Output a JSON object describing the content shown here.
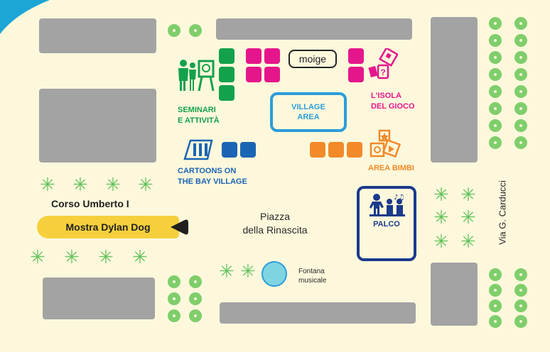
{
  "streets": {
    "corso_umberto": "Corso Umberto I",
    "via_carducci": "Via G. Carducci"
  },
  "piazza": {
    "line1": "Piazza",
    "line2": "della Rinascita"
  },
  "areas": {
    "seminari": {
      "line1": "SEMINARI",
      "line2": "E ATTIVITÀ",
      "color": "#14a14c",
      "icon": "easel-people-icon"
    },
    "isola": {
      "line1": "L'ISOLA",
      "line2": "DEL GIOCO",
      "color": "#e5168c",
      "icon": "board-game-icon"
    },
    "cartoons": {
      "line1": "CARTOONS ON",
      "line2": "THE BAY VILLAGE",
      "color": "#1b64b4",
      "icon": "drawing-tools-icon"
    },
    "bimbi": {
      "line1": "AREA BIMBI",
      "color": "#f28a2a",
      "icon": "shapes-icon"
    },
    "village": {
      "line1": "VILLAGE",
      "line2": "AREA",
      "color": "#2b9ddb"
    },
    "palco": {
      "label": "PALCO",
      "color": "#1a3a8c",
      "icon": "music-performers-icon"
    },
    "moige": {
      "label": "moige"
    }
  },
  "fontana": {
    "line1": "Fontana",
    "line2": "musicale",
    "icon": "fountain-icon"
  },
  "mostra": {
    "label": "Mostra Dylan Dog",
    "color": "#f6d03c"
  },
  "colors": {
    "background": "#fdf8dc",
    "buildings": "#a3a3a3",
    "trees": "#7fce6b",
    "corner": "#1ba6d6"
  }
}
